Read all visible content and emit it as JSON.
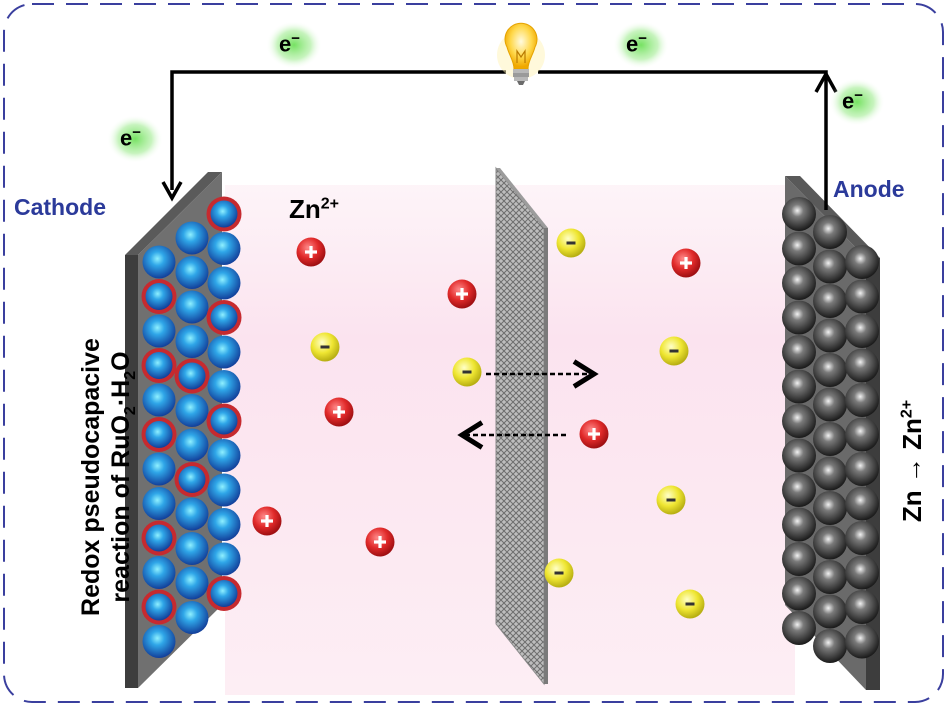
{
  "labels": {
    "cathode": "Cathode",
    "anode": "Anode",
    "zn_ion": "Zn",
    "zn_ion_sup": "2+",
    "electron": "e",
    "electron_sup": "−",
    "cathode_reaction_line1": "Redox pseudocapacive",
    "cathode_reaction_line2_prefix": "reaction of RuO",
    "cathode_reaction_sub": "2",
    "cathode_reaction_mid": "·H",
    "cathode_reaction_sub2": "2",
    "cathode_reaction_suffix": "O",
    "anode_reaction_prefix": "Zn → Zn",
    "anode_reaction_sup": "2+"
  },
  "icons": {
    "bulb": "light-bulb-icon",
    "positive_ion": "plus",
    "negative_ion": "minus"
  },
  "colors": {
    "frame_border": "#3a3f9e",
    "electrolyte": "#fbe3ef",
    "cation": "#d9262b",
    "anion": "#e8e23a",
    "cathode_sphere": "#1f6fc4",
    "anode_sphere": "#3a3a3a",
    "label_blue": "#2b3a9a",
    "electron_glow": "#7ee06a"
  }
}
